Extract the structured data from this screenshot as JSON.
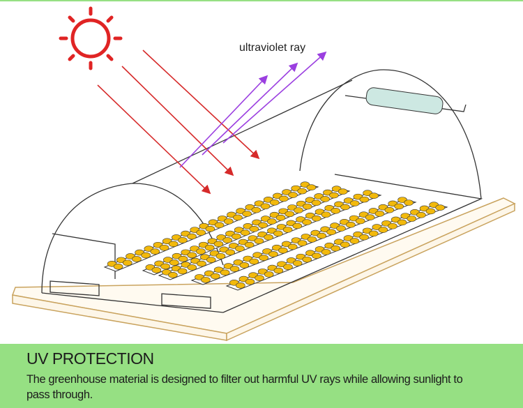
{
  "illustration": {
    "uv_label": "ultraviolet ray",
    "colors": {
      "sun": "#e02424",
      "sunlight_arrows": "#d62a2a",
      "uv_arrows": "#9b3fe0",
      "plants": "#f2b90c",
      "base": "#d9b77a",
      "caption_bg": "#96e083"
    }
  },
  "caption": {
    "title": "UV PROTECTION",
    "body": "The greenhouse material is designed to filter out harmful UV rays while allowing sunlight to pass through."
  }
}
